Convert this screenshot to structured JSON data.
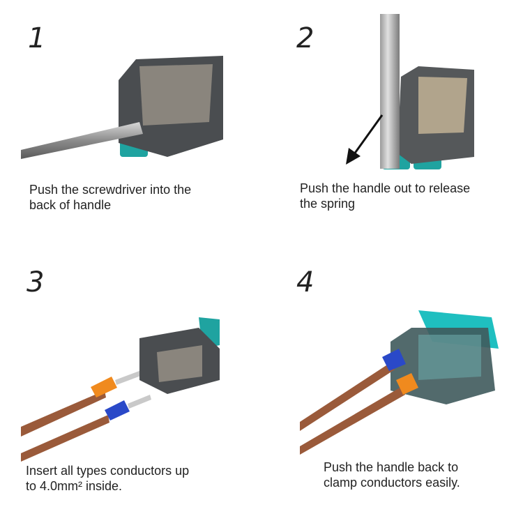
{
  "steps": [
    {
      "number": "1",
      "caption_line1": "Push the screwdriver into the",
      "caption_line2": "back of handle"
    },
    {
      "number": "2",
      "caption_line1": "Push the handle out to release",
      "caption_line2": "the spring"
    },
    {
      "number": "3",
      "caption_line1": "Insert all types conductors up",
      "caption_line2": "to 4.0mm² inside."
    },
    {
      "number": "4",
      "caption_line1": "Push the handle back to",
      "caption_line2": "clamp conductors easily."
    }
  ],
  "colors": {
    "handle_teal": "#1fa3a0",
    "housing_gray": "#4a4d50",
    "wire_brown": "#9a5a3a",
    "ferrule_orange": "#f08a1e",
    "ferrule_blue": "#2a49c8"
  }
}
